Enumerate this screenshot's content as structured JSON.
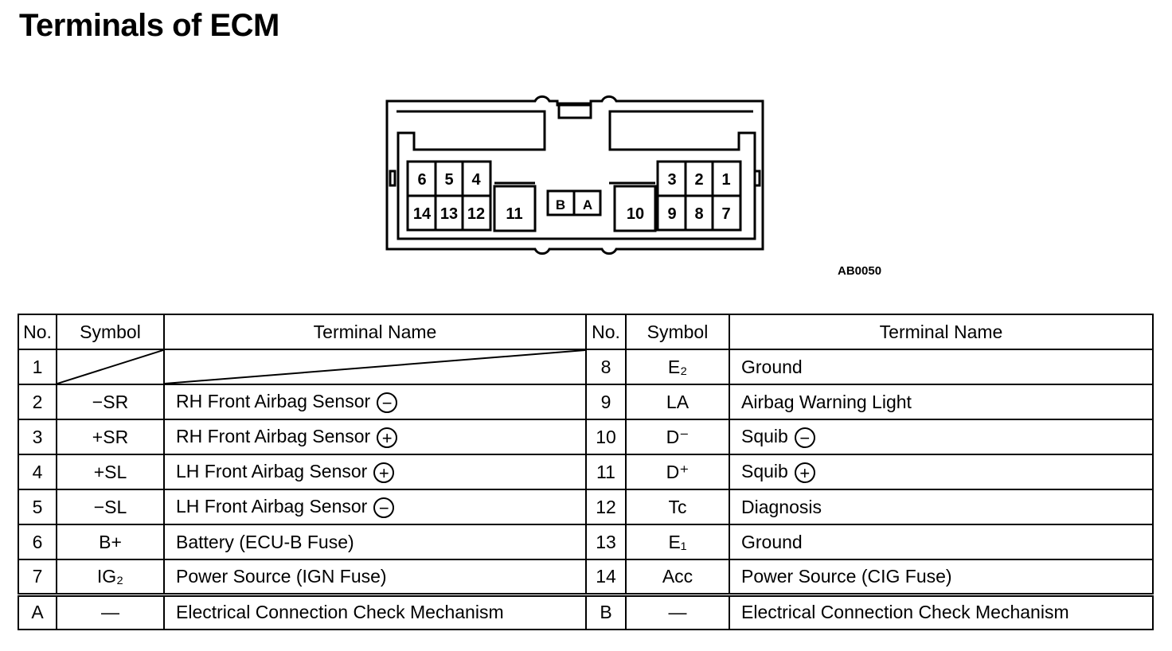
{
  "title": "Terminals of ECM",
  "figure_code": "AB0050",
  "connector": {
    "left_top": [
      "6",
      "5",
      "4"
    ],
    "left_bottom": [
      "14",
      "13",
      "12"
    ],
    "left_big": "11",
    "center": [
      "B",
      "A"
    ],
    "right_big": "10",
    "right_top": [
      "3",
      "2",
      "1"
    ],
    "right_bottom": [
      "9",
      "8",
      "7"
    ]
  },
  "table": {
    "headers": {
      "no": "No.",
      "symbol": "Symbol",
      "name": "Terminal Name"
    },
    "rows": [
      {
        "no_l": "1",
        "sym_l": "",
        "name_l": "",
        "pol_l": "",
        "no_r": "8",
        "sym_r": "E₂",
        "name_r": "Ground",
        "pol_r": ""
      },
      {
        "no_l": "2",
        "sym_l": "−SR",
        "name_l": "RH Front Airbag Sensor",
        "pol_l": "−",
        "no_r": "9",
        "sym_r": "LA",
        "name_r": "Airbag Warning Light",
        "pol_r": ""
      },
      {
        "no_l": "3",
        "sym_l": "+SR",
        "name_l": "RH Front Airbag Sensor",
        "pol_l": "+",
        "no_r": "10",
        "sym_r": "D⁻",
        "name_r": "Squib",
        "pol_r": "−"
      },
      {
        "no_l": "4",
        "sym_l": "+SL",
        "name_l": "LH Front Airbag Sensor",
        "pol_l": "+",
        "no_r": "11",
        "sym_r": "D⁺",
        "name_r": "Squib",
        "pol_r": "+"
      },
      {
        "no_l": "5",
        "sym_l": "−SL",
        "name_l": "LH Front Airbag Sensor",
        "pol_l": "−",
        "no_r": "12",
        "sym_r": "Tc",
        "name_r": "Diagnosis",
        "pol_r": ""
      },
      {
        "no_l": "6",
        "sym_l": "B+",
        "name_l": "Battery (ECU-B Fuse)",
        "pol_l": "",
        "no_r": "13",
        "sym_r": "E₁",
        "name_r": "Ground",
        "pol_r": ""
      },
      {
        "no_l": "7",
        "sym_l": "IG₂",
        "name_l": "Power Source (IGN Fuse)",
        "pol_l": "",
        "no_r": "14",
        "sym_r": "Acc",
        "name_r": "Power Source (CIG Fuse)",
        "pol_r": ""
      },
      {
        "no_l": "A",
        "sym_l": "—",
        "name_l": "Electrical Connection Check Mechanism",
        "pol_l": "",
        "no_r": "B",
        "sym_r": "—",
        "name_r": "Electrical Connection Check Mechanism",
        "pol_r": ""
      }
    ]
  }
}
